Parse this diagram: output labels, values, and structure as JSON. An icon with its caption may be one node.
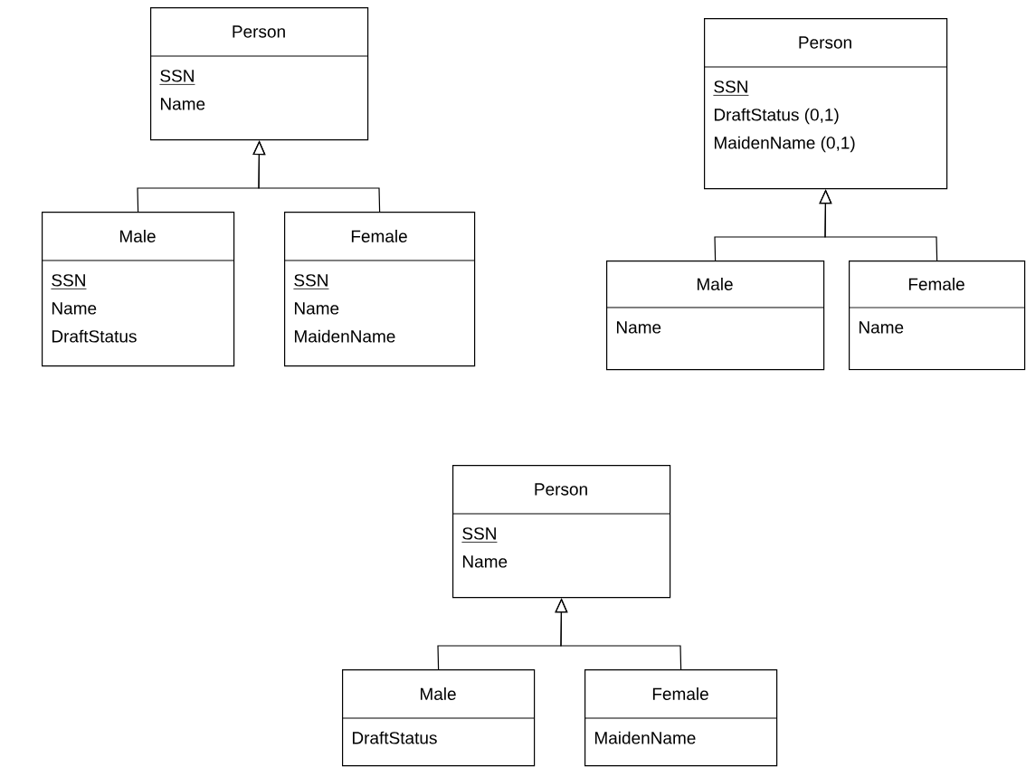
{
  "diagram": {
    "nodes": [
      {
        "text": [
          "Person",
          "SSN",
          "Name"
        ]
      },
      {
        "text": [
          "Male",
          "SSN",
          "Name",
          "DraftStatus"
        ]
      },
      {
        "text": [
          "Female",
          "SSN",
          "Name",
          "MaidenName"
        ]
      },
      {
        "text": [
          "Person",
          "SSN",
          "DraftStatus (0,1)",
          "MaidenName (0,1)"
        ]
      },
      {
        "text": [
          "Male",
          "Name"
        ]
      },
      {
        "text": [
          "Female",
          "Name"
        ]
      },
      {
        "text": [
          "Person",
          "SSN",
          "Name"
        ]
      },
      {
        "text": [
          "Male",
          "DraftStatus"
        ]
      },
      {
        "text": [
          "Female",
          "MaidenName"
        ]
      }
    ],
    "edges": [
      {
        "from": 1,
        "to": 0,
        "arrow": "to"
      },
      {
        "from": 2,
        "to": 0,
        "arrow": "to"
      },
      {
        "from": 4,
        "to": 3,
        "arrow": "to"
      },
      {
        "from": 5,
        "to": 3,
        "arrow": "to"
      },
      {
        "from": 7,
        "to": 6,
        "arrow": "to"
      },
      {
        "from": 8,
        "to": 6,
        "arrow": "to"
      }
    ]
  }
}
